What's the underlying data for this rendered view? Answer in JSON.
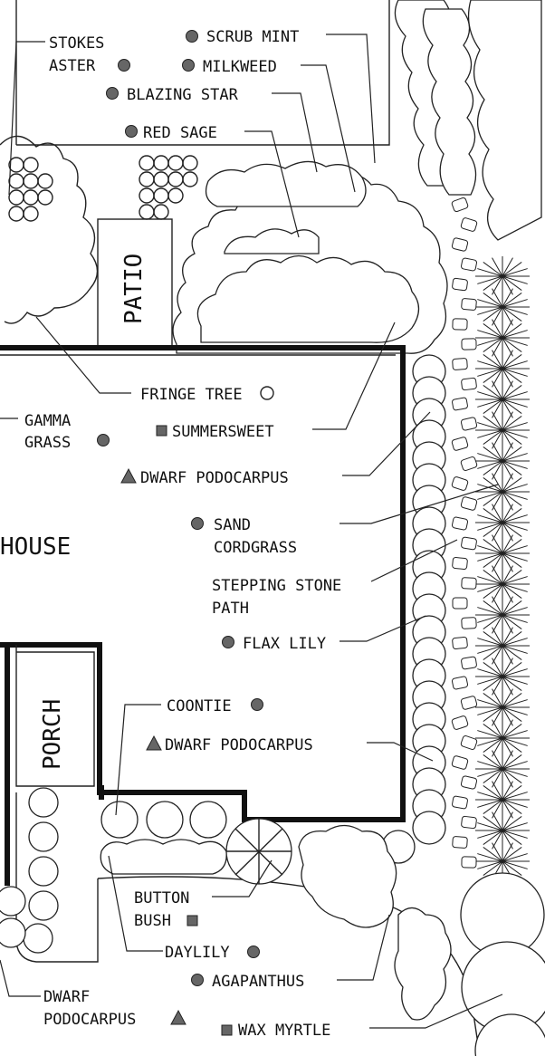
{
  "colors": {
    "ink": "#111111",
    "paper": "#ffffff",
    "symbol_fill": "#666666"
  },
  "areas": {
    "patio": "PATIO",
    "house": "HOUSE",
    "porch": "PORCH"
  },
  "labels": {
    "stokes_aster_1": "STOKES",
    "stokes_aster_2": "ASTER",
    "scrub_mint": "SCRUB MINT",
    "milkweed": "MILKWEED",
    "blazing_star": "BLAZING STAR",
    "red_sage": "RED SAGE",
    "fringe_tree": "FRINGE TREE",
    "gamma_grass_1": "GAMMA",
    "gamma_grass_2": "GRASS",
    "summersweet": "SUMMERSWEET",
    "dwarf_podocarpus_1": "DWARF PODOCARPUS",
    "sand_cordgrass_1": "SAND",
    "sand_cordgrass_2": "CORDGRASS",
    "stepping_stone_1": "STEPPING STONE",
    "stepping_stone_2": "PATH",
    "flax_lily": "FLAX LILY",
    "coontie": "COONTIE",
    "dwarf_podocarpus_2": "DWARF PODOCARPUS",
    "button_bush_1": "BUTTON",
    "button_bush_2": "BUSH",
    "daylily": "DAYLILY",
    "agapanthus": "AGAPANTHUS",
    "dwarf_podocarpus_3a": "DWARF",
    "dwarf_podocarpus_3b": "PODOCARPUS",
    "wax_myrtle": "WAX MYRTLE"
  },
  "symbols": {
    "stokes_aster": "circle-dot",
    "scrub_mint": "circle-dot",
    "milkweed": "circle-dot",
    "blazing_star": "circle-dot",
    "red_sage": "circle-dot",
    "fringe_tree": "open-circle",
    "gamma_grass": "circle-dot",
    "summersweet": "square",
    "dwarf_podocarpus": "triangle",
    "sand_cordgrass": "circle-dot",
    "flax_lily": "circle-dot",
    "coontie": "circle-dot",
    "button_bush": "square",
    "daylily": "circle-dot",
    "agapanthus": "circle-dot",
    "wax_myrtle": "square"
  }
}
